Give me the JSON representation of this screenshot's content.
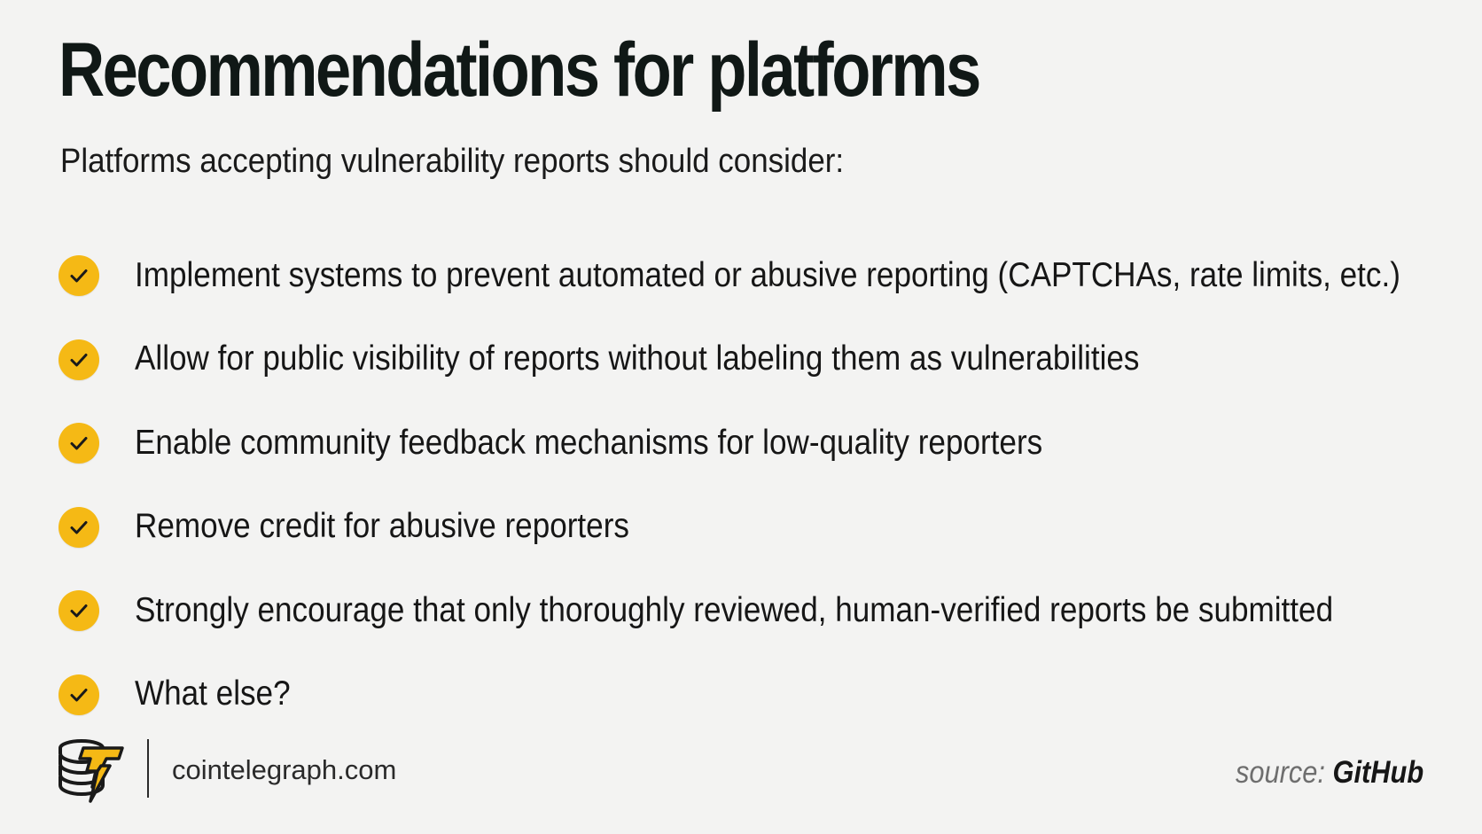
{
  "title": "Recommendations for platforms",
  "subtitle": "Platforms accepting vulnerability reports should consider:",
  "recommendations": [
    "Implement systems to prevent automated or abusive reporting (CAPTCHAs, rate limits, etc.)",
    "Allow for public visibility of reports without labeling them as vulnerabilities",
    "Enable community feedback mechanisms for low-quality reporters",
    "Remove credit for abusive reporters",
    "Strongly encourage that only thoroughly reviewed, human-verified reports be submitted",
    "What else?"
  ],
  "footer": {
    "site": "cointelegraph.com",
    "source_label": "source:",
    "source_name": "GitHub"
  },
  "icons": {
    "bullet": "check-icon",
    "logo": "cointelegraph-logo"
  },
  "colors": {
    "background": "#f3f3f2",
    "accent": "#f5b915",
    "title": "#101816",
    "text": "#161616",
    "source_label": "#6e6e6e"
  }
}
